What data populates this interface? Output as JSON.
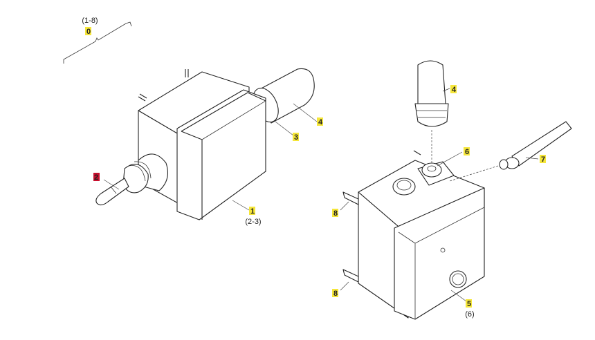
{
  "diagram": {
    "callouts": [
      {
        "id": "0",
        "label": "0",
        "sub": "(1-8)",
        "highlight": "#f5e63a"
      },
      {
        "id": "1",
        "label": "1",
        "sub": "(2-3)",
        "highlight": "#f5e63a"
      },
      {
        "id": "2",
        "label": "2",
        "highlight": "#c8102e"
      },
      {
        "id": "3",
        "label": "3",
        "highlight": "#f5e63a"
      },
      {
        "id": "4a",
        "label": "4",
        "highlight": "#f5e63a"
      },
      {
        "id": "4b",
        "label": "4",
        "highlight": "#f5e63a"
      },
      {
        "id": "5",
        "label": "5",
        "sub": "(6)",
        "highlight": "#f5e63a"
      },
      {
        "id": "6",
        "label": "6",
        "highlight": "#f5e63a"
      },
      {
        "id": "7",
        "label": "7",
        "highlight": "#f5e63a"
      },
      {
        "id": "8a",
        "label": "8",
        "highlight": "#f5e63a"
      },
      {
        "id": "8b",
        "label": "8",
        "highlight": "#f5e63a"
      }
    ]
  }
}
